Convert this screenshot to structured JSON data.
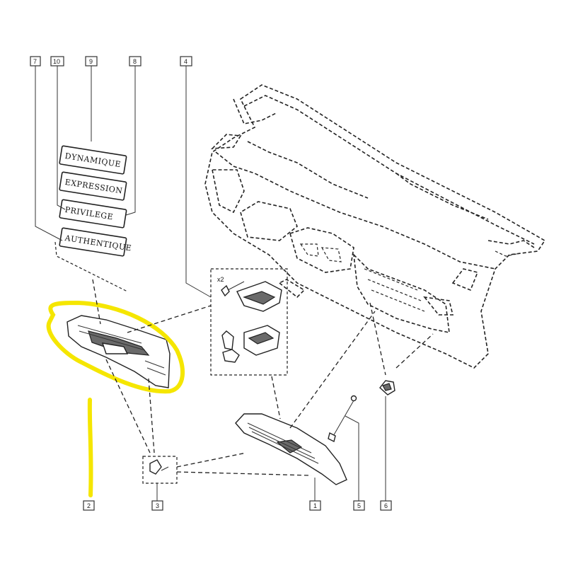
{
  "callouts": {
    "c7": "7",
    "c10": "10",
    "c9": "9",
    "c8": "8",
    "c4": "4",
    "c2": "2",
    "c3": "3",
    "c1": "1",
    "c5": "5",
    "c6": "6"
  },
  "badges": {
    "dynamique": "DYNAMIQUE",
    "expression": "EXPRESSION",
    "privilege": "PRIVILEGE",
    "authentique": "AUTHENTIQUE"
  },
  "kit": {
    "quantity": "x2"
  },
  "colors": {
    "highlight": "#f5e600",
    "line": "#222222"
  }
}
